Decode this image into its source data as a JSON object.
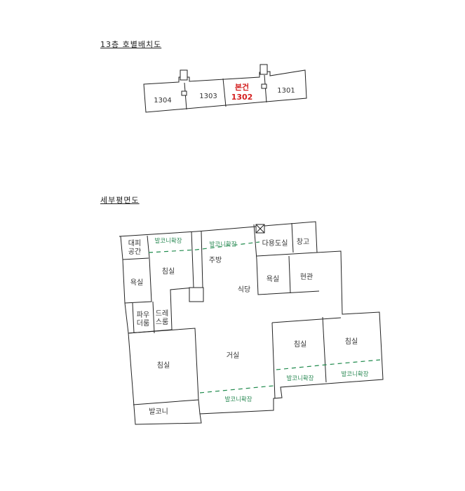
{
  "floor_layout": {
    "title": "13층 호별배치도",
    "units": [
      "1304",
      "1303",
      "1301"
    ],
    "highlighted_unit": {
      "label": "본건",
      "number": "1302",
      "color": "#d42020"
    }
  },
  "unit_plan": {
    "title": "세부평면도",
    "rooms": {
      "evacuation": "대피\n공간",
      "evacuation_line1": "대피",
      "evacuation_line2": "공간",
      "bedroom_top": "침실",
      "bath_left": "욕실",
      "powder_line1": "파우",
      "powder_line2": "더룸",
      "dress_line1": "드레",
      "dress_line2": "스룸",
      "kitchen": "주방",
      "dining": "식당",
      "utility": "다용도실",
      "storage": "창고",
      "bath_right": "욕실",
      "entrance": "현관",
      "master_bedroom": "침실",
      "balcony": "발코니",
      "living": "거실",
      "bedroom_mid": "침실",
      "bedroom_right": "침실"
    },
    "balcony_expansion_label": "발코니확장",
    "balcony_color": "#2e8b57"
  }
}
